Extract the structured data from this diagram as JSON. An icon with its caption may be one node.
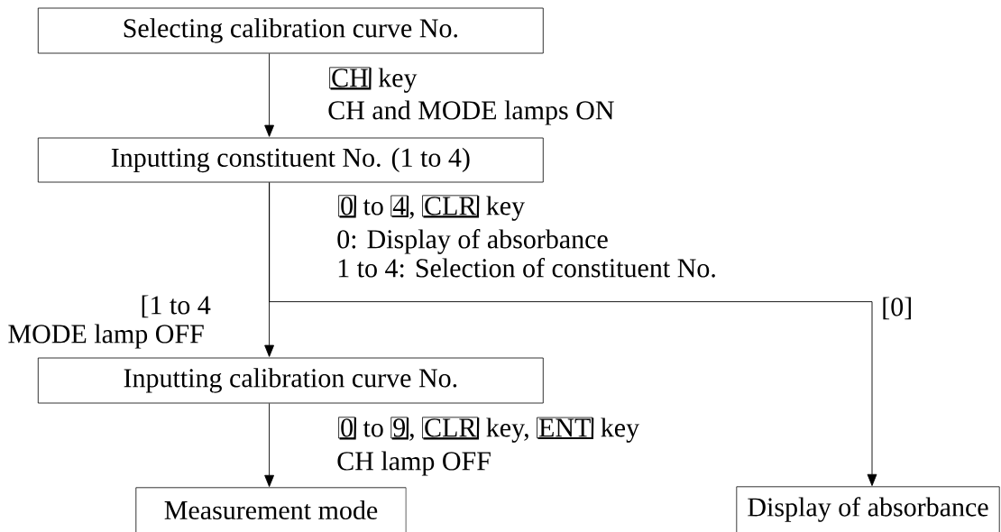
{
  "diagram": {
    "nodes": [
      {
        "text": [
          "Selecting calibration curve No."
        ]
      },
      {
        "text": [
          "Inputting constituent No. (1 to 4)"
        ]
      },
      {
        "text": [
          "Inputting calibration curve No."
        ]
      },
      {
        "text": [
          "Measurement mode"
        ]
      },
      {
        "text": [
          "Display of absorbance"
        ]
      }
    ],
    "edges": [
      {
        "from": 0,
        "to": 1,
        "arrow": "to"
      },
      {
        "from": 1,
        "to": 2,
        "arrow": "to"
      },
      {
        "from": 1,
        "to": 4,
        "arrow": "to"
      },
      {
        "from": 2,
        "to": 3,
        "arrow": "to"
      }
    ],
    "labels": [
      "CH",
      "key",
      "CH and MODE lamps ON",
      "0",
      "to",
      "4",
      ",",
      "CLR",
      "key",
      "0: Display of absorbance",
      "1 to 4: Selection of constituent No.",
      "[1 to 4",
      "MODE lamp OFF",
      "[0]",
      "0",
      "to",
      "9",
      ",",
      "CLR",
      "key,",
      "ENT",
      "key",
      "CH lamp OFF"
    ]
  }
}
